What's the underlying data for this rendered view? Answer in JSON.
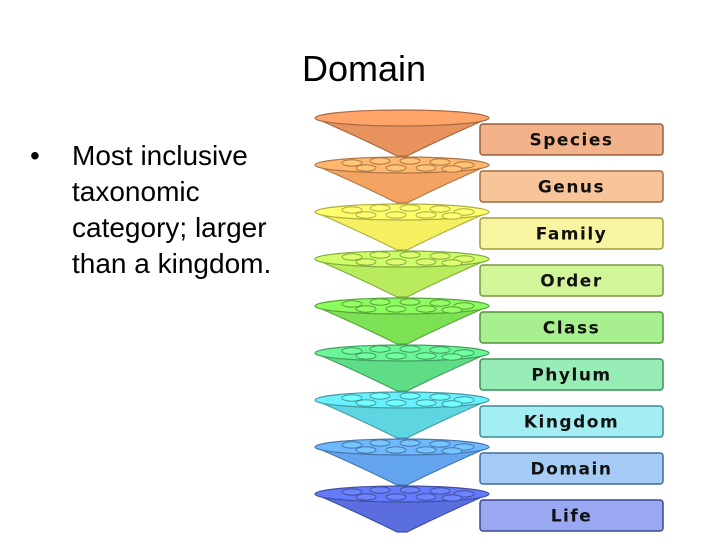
{
  "slide": {
    "title": "Domain",
    "bullets": [
      "Most inclusive taxonomic category; larger than a kingdom."
    ]
  },
  "ranks": [
    {
      "label": "Species",
      "color": "#e8935e",
      "box": "#f2b28a"
    },
    {
      "label": "Genus",
      "color": "#f4a462",
      "box": "#f8c49a"
    },
    {
      "label": "Family",
      "color": "#f5f060",
      "box": "#f8f5a0"
    },
    {
      "label": "Order",
      "color": "#b8ec5c",
      "box": "#d2f59a"
    },
    {
      "label": "Class",
      "color": "#7ce254",
      "box": "#a8ef90"
    },
    {
      "label": "Phylum",
      "color": "#5edc86",
      "box": "#98ecb6"
    },
    {
      "label": "Kingdom",
      "color": "#5ed6e2",
      "box": "#a2eef2"
    },
    {
      "label": "Domain",
      "color": "#62a4ee",
      "box": "#a6ccf6"
    },
    {
      "label": "Life",
      "color": "#5a6ee0",
      "box": "#9aa8f2"
    }
  ]
}
